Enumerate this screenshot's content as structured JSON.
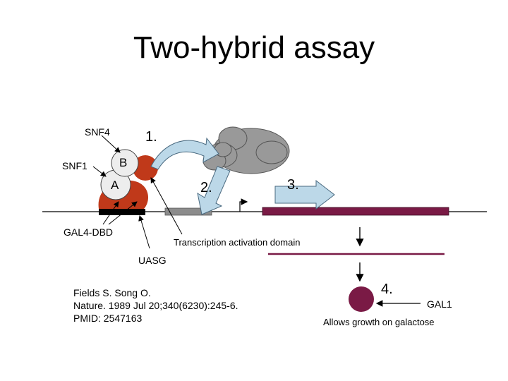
{
  "title": "Two-hybrid assay",
  "labels": {
    "snf4": "SNF4",
    "snf1": "SNF1",
    "bait": "B",
    "prey": "A",
    "gal4_dbd": "GAL4-DBD",
    "uasg": "UASG",
    "activation_domain": "Transcription activation domain",
    "gal1": "GAL1",
    "growth": "Allows growth on galactose"
  },
  "steps": [
    "1.",
    "2.",
    "3.",
    "4."
  ],
  "citation": {
    "line1": "Fields S. Song O.",
    "line2": "Nature. 1989 Jul 20;340(6230):245-6.",
    "line3": "PMID: 2547163"
  },
  "colors": {
    "protein_red": "#c0391a",
    "complex_gray": "#999999",
    "arrow_blue": "#bcd8e8",
    "gene_maroon": "#7a1a45",
    "dna_black": "#000000"
  }
}
